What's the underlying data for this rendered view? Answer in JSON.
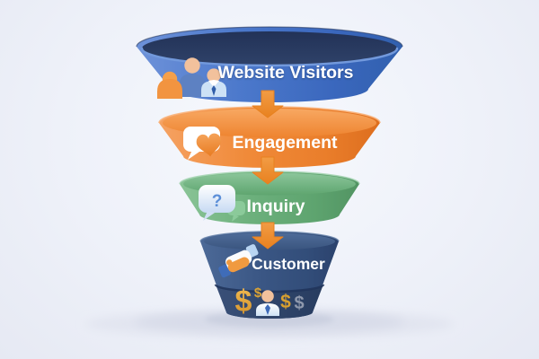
{
  "diagram": {
    "type": "marketing-funnel",
    "background_color": "#eef1f9",
    "text_color": "#ffffff",
    "arrow_color": "#ee8b2c",
    "tiers": [
      {
        "label": "Website Visitors",
        "color": "#4573c8",
        "icon": "people-group-icon"
      },
      {
        "label": "Engagement",
        "color": "#ef8430",
        "icon": "speech-bubble-heart-icon"
      },
      {
        "label": "Inquiry",
        "color": "#64ab75",
        "icon": "question-speech-bubble-icon",
        "bubble_mark": "?"
      },
      {
        "label": "Customer",
        "color": "#365181",
        "icon": "handshake-icon"
      }
    ],
    "bottom_symbols": {
      "icon": "businessperson-icon",
      "dollar_signs": [
        "$",
        "$",
        "$",
        "$"
      ]
    }
  }
}
